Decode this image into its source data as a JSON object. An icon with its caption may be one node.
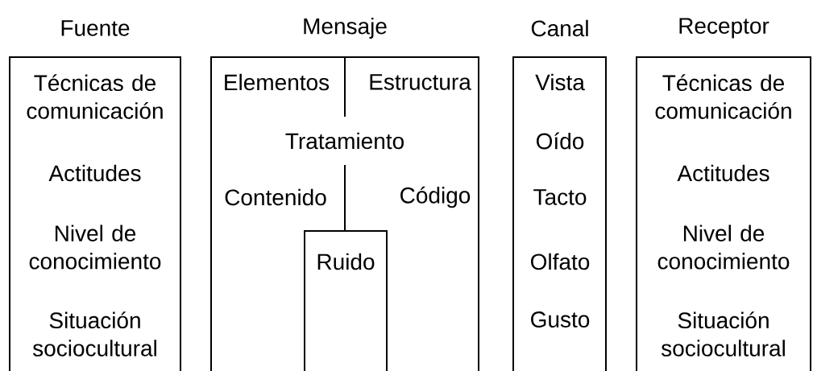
{
  "diagram": {
    "nodes": [
      {
        "text": [
          "Fuente",
          "Técnicas de comunicación",
          "Actitudes",
          "Nivel de conocimiento",
          "Situación sociocultural"
        ]
      },
      {
        "text": [
          "Mensaje",
          "Elementos",
          "Estructura",
          "Tratamiento",
          "Contenido",
          "Código"
        ]
      },
      {
        "text": [
          "Ruido"
        ],
        "in": 1
      },
      {
        "text": [
          "Canal",
          "Vista",
          "Oído",
          "Tacto",
          "Olfato",
          "Gusto"
        ]
      },
      {
        "text": [
          "Receptor",
          "Técnicas de comunicación",
          "Actitudes",
          "Nivel de conocimiento",
          "Situación sociocultural"
        ]
      }
    ]
  }
}
